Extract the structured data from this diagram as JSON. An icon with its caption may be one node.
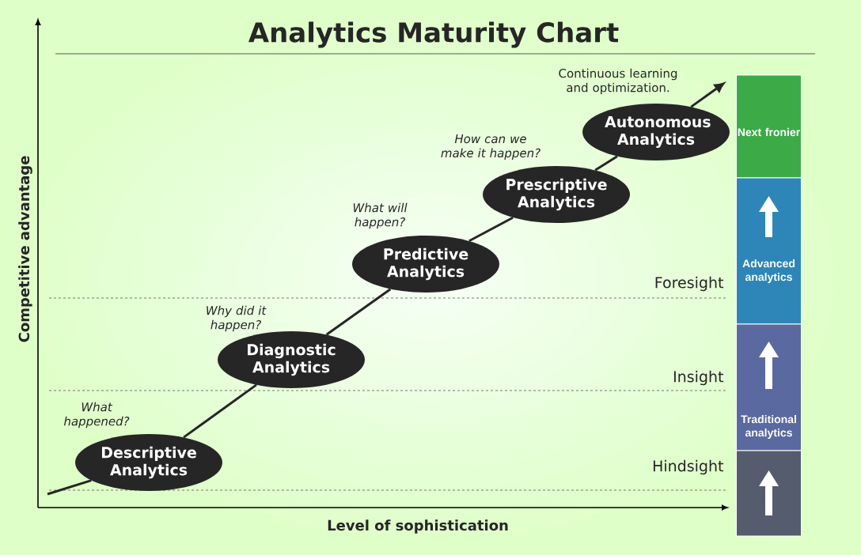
{
  "diagram": {
    "title": "Analytics Maturity Chart",
    "nodes": [
      {
        "text": [
          "Descriptive Analytics"
        ],
        "beside": [
          "What happened?"
        ]
      },
      {
        "text": [
          "Diagnostic Analytics"
        ],
        "beside": [
          "Why did it happen?"
        ]
      },
      {
        "text": [
          "Predictive Analytics"
        ],
        "beside": [
          "What will happen?"
        ]
      },
      {
        "text": [
          "Prescriptive Analytics"
        ],
        "beside": [
          "How can we make it happen?"
        ]
      },
      {
        "text": [
          "Autonomous Analytics"
        ],
        "beside": [
          "Continuous learning and optimization."
        ]
      },
      {
        "text": [
          "Next fronier"
        ]
      },
      {
        "text": [
          "Advanced analytics"
        ]
      },
      {
        "text": [
          "Traditional analytics"
        ]
      },
      {
        "text": [],
        "shape": "box"
      }
    ],
    "edges": [
      {
        "from": null,
        "to": 0,
        "arrow": "none"
      },
      {
        "from": 0,
        "to": 1,
        "arrow": "none"
      },
      {
        "from": 1,
        "to": 2,
        "arrow": "none"
      },
      {
        "from": 2,
        "to": 3,
        "arrow": "none"
      },
      {
        "from": 3,
        "to": 4,
        "arrow": "none"
      },
      {
        "from": 4,
        "to": null,
        "arrow": "to"
      }
    ],
    "labels": [
      "Foresight",
      "Insight",
      "Hindsight",
      "Competitive advantage",
      "Level of sophistication"
    ]
  }
}
